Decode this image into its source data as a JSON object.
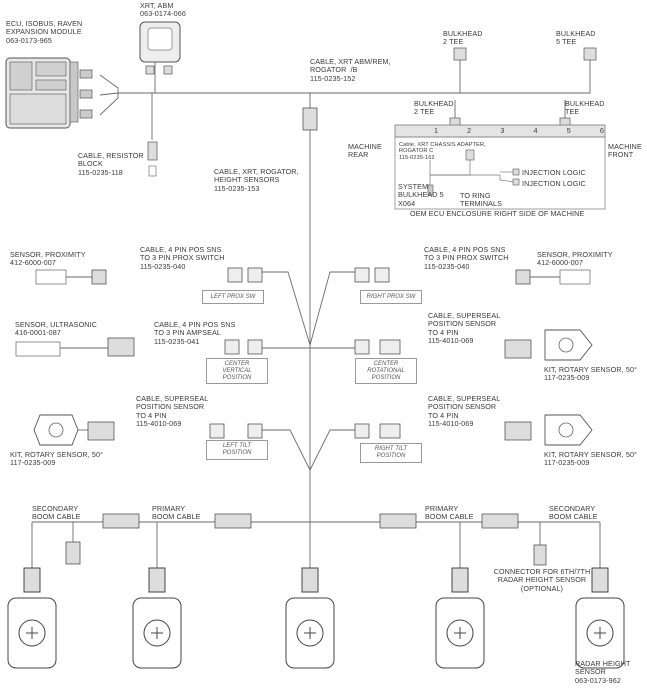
{
  "labels": {
    "ecu": "ECU, ISOBUS, RAVEN\nEXPANSION MODULE\n063-0173-965",
    "xrt_abm": "XRT, ABM\n063-0174-066",
    "cable_abm": "CABLE, XRT ABM/REM,\nROGATOR  /B\n115-0235-152",
    "bulkhead_top_left": "BULKHEAD\n2 TEE",
    "bulkhead_top_right": "BULKHEAD\n5 TEE",
    "bulkhead_mid_left": "BULKHEAD\n2 TEE",
    "bulkhead_mid_right": "BULKHEAD\nTEE",
    "machine_rear": "MACHINE\nREAR",
    "machine_front": "MACHINE\nFRONT",
    "resistor": "CABLE, RESISTOR\nBLOCK\n115-0235-118",
    "height_cable": "CABLE, XRT, ROGATOR,\nHEIGHT SENSORS\n115-0235-153",
    "chassis_adapter": "Cable, XRT CHASSIS ADAPTER,\nROGATOR C\n115-0235-162",
    "injection_1": "INJECTION LOGIC",
    "injection_2": "INJECTION LOGIC",
    "system_bulkhead": "SYSTEM\nBULKHEAD 5\nX064",
    "ring_terminals": "TO RING\nTERMINALS",
    "ecu_enclosure": "OEM ECU ENCLOSURE RIGHT SIDE OF MACHINE",
    "prox_sensor_left": "SENSOR, PROXIMITY\n412-6000-007",
    "prox_cable_left": "CABLE, 4 PIN POS SNS\nTO 3 PIN PROX SWITCH\n115-0235-040",
    "prox_cable_right": "CABLE, 4 PIN POS SNS\nTO 3 PIN PROX SWITCH\n115-0235-040",
    "prox_sensor_right": "SENSOR, PROXIMITY\n412-6000-007",
    "ultrasonic": "SENSOR, ULTRASONIC\n416-0001-087",
    "ampseal_cable": "CABLE, 4 PIN POS SNS\nTO 3 PIN AMPSEAL\n115-0235-041",
    "superseal_right_1": "CABLE, SUPERSEAL\nPOSITION SENSOR\nTO 4 PIN\n115-4010-069",
    "rotary_right_1": "KIT, ROTARY SENSOR, 50°\n117-0235-009",
    "superseal_left": "CABLE, SUPERSEAL\nPOSITION SENSOR\nTO 4 PIN\n115-4010-069",
    "superseal_right_2": "CABLE, SUPERSEAL\nPOSITION SENSOR\nTO 4 PIN\n115-4010-069",
    "rotary_left": "KIT, ROTARY SENSOR, 50°\n117-0235-009",
    "rotary_right_2": "KIT, ROTARY SENSOR, 50°\n117-0235-009",
    "secondary_left": "SECONDARY\nBOOM CABLE",
    "primary_left": "PRIMARY\nBOOM CABLE",
    "primary_right": "PRIMARY\nBOOM CABLE",
    "secondary_right": "SECONDARY\nBOOM CABLE",
    "connector_6th": "CONNECTOR FOR 6TH/7TH\nRADAR HEIGHT SENSOR\n(OPTIONAL)",
    "radar_sensor": "RADAR HEIGHT\nSENSOR\n063-0173-962"
  },
  "tags": {
    "left_prox": "LEFT PROX SW",
    "right_prox": "RIGHT PROX SW",
    "center_vertical": "CENTER\nVERTICAL\nPOSITION",
    "center_rotational": "CENTER\nROTATIONAL\nPOSITION",
    "left_tilt": "LEFT TILT\nPOSITION",
    "right_tilt": "RIGHT TILT\nPOSITION"
  },
  "bulkhead_ports": [
    "1",
    "2",
    "3",
    "4",
    "5",
    "6"
  ]
}
